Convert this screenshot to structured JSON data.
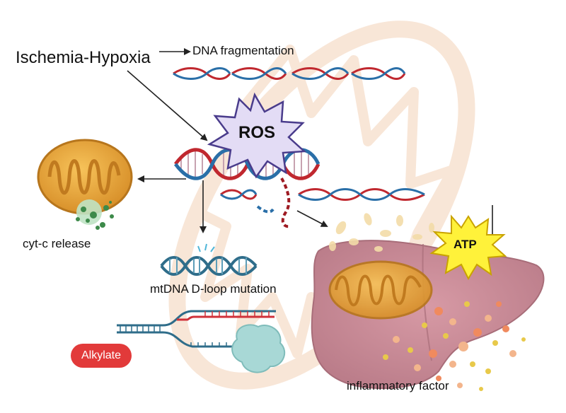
{
  "labels": {
    "title": "Ischemia-Hypoxia",
    "dna_fragmentation": "DNA fragmentation",
    "ros": "ROS",
    "cyt_c_release": "cyt-c release",
    "mtdna_dloop": "mtDNA D-loop mutation",
    "alkylate": "Alkylate",
    "atp": "ATP",
    "inflammatory_factor": "inflammatory factor"
  },
  "colors": {
    "dna_red": "#c0282f",
    "dna_blue": "#2a6fa8",
    "dna_dark_blue": "#2f6d8a",
    "mito_outline": "#f4d2b8",
    "mito_orange": "#e8a23a",
    "liver": "#c98a95",
    "ros_fill": "#e3dcf5",
    "ros_stroke": "#4a3c8c",
    "atp_fill": "#fff23a",
    "atp_stroke": "#c9a300",
    "alkylate": "#e23a3a"
  }
}
